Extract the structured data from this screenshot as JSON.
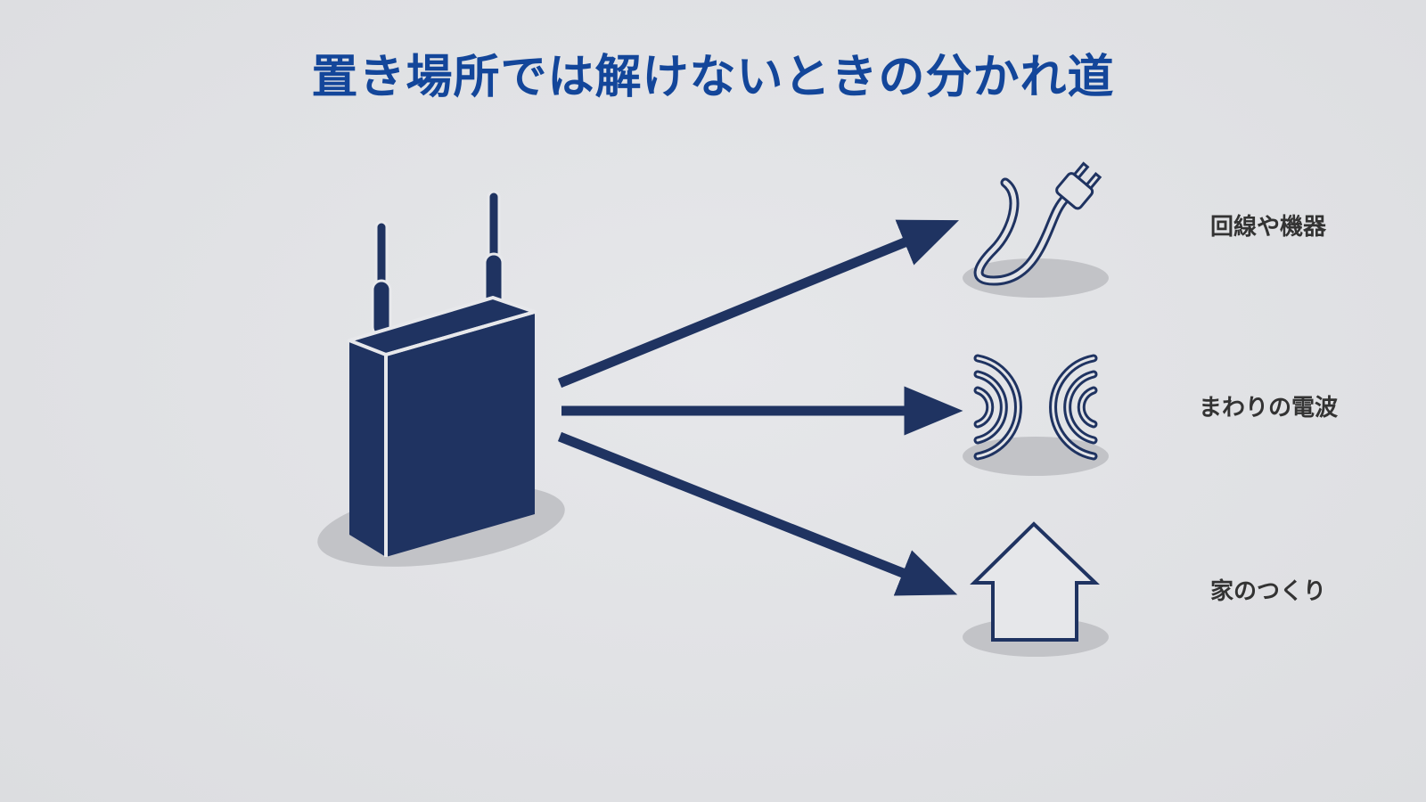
{
  "title": "置き場所では解けないときの分かれ道",
  "colors": {
    "title": "#13469a",
    "navy": "#1f3361",
    "label_text": "#333333",
    "shadow": "#c2c3c7",
    "background": "#e1e2e5"
  },
  "source": {
    "icon": "router-icon"
  },
  "branches": [
    {
      "icon": "cable-plug-icon",
      "label": "回線や機器"
    },
    {
      "icon": "radio-waves-icon",
      "label": "まわりの電波"
    },
    {
      "icon": "house-icon",
      "label": "家のつくり"
    }
  ]
}
